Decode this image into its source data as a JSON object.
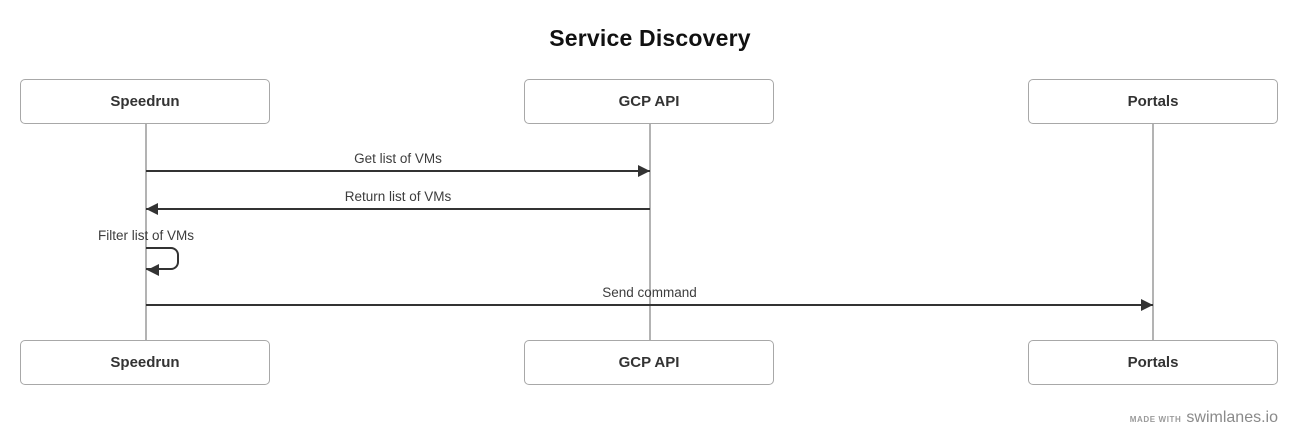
{
  "title": "Service Discovery",
  "actors": [
    {
      "name": "Speedrun"
    },
    {
      "name": "GCP API"
    },
    {
      "name": "Portals"
    }
  ],
  "messages": [
    {
      "label": "Get list of VMs",
      "from": "Speedrun",
      "to": "GCP API",
      "style": "solid-arrow-right"
    },
    {
      "label": "Return list of VMs",
      "from": "GCP API",
      "to": "Speedrun",
      "style": "solid-arrow-left"
    },
    {
      "label": "Filter list of VMs",
      "from": "Speedrun",
      "to": "Speedrun",
      "style": "self-loop"
    },
    {
      "label": "Send command",
      "from": "Speedrun",
      "to": "Portals",
      "style": "solid-arrow-right"
    }
  ],
  "footer": {
    "made_with": "MADE WITH",
    "brand": "swimlanes.io"
  },
  "colors": {
    "message_line": "#333333",
    "lifeline": "#b3b3b3",
    "actor_border": "#a8a8a8",
    "title_text": "#111111",
    "label_text": "#3d3d3d",
    "footer_text": "#8a8a8a",
    "background": "#ffffff"
  }
}
